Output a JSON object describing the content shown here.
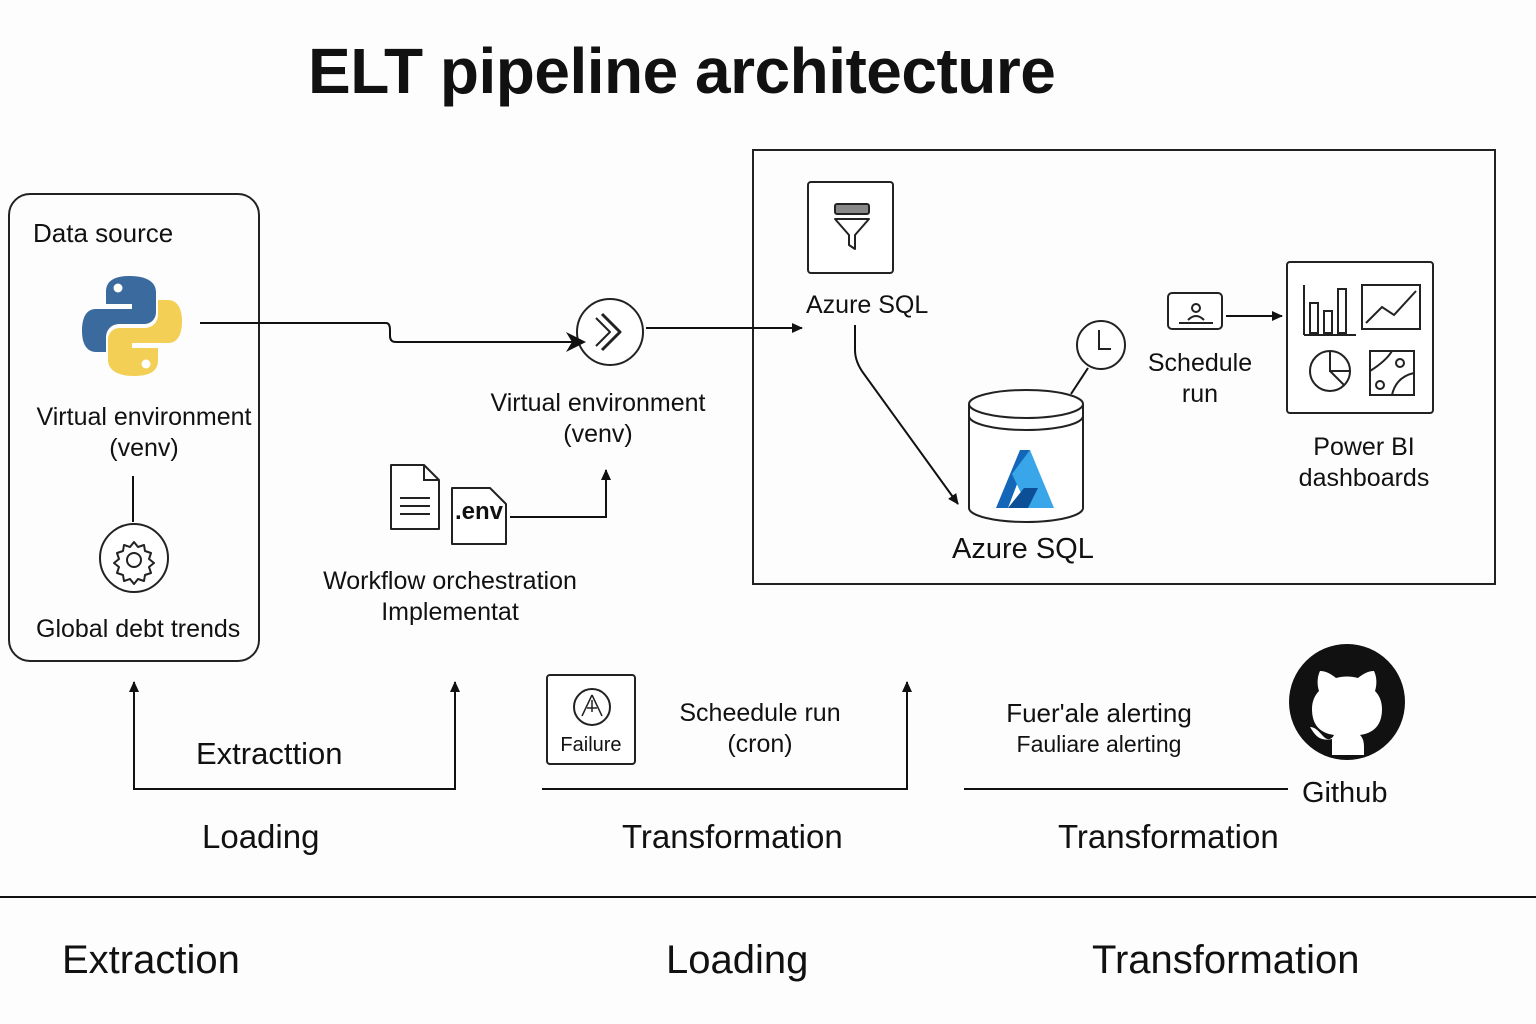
{
  "title": "ELT pipeline architecture",
  "source_panel": {
    "heading": "Data source",
    "venv_line1": "Virtual environment",
    "venv_line2": "(venv)",
    "trends": "Global debt trends"
  },
  "middle": {
    "venv_line1": "Virtual environment",
    "venv_line2": "(venv)",
    "env_file": ".env",
    "workflow_line1": "Workflow orchestration",
    "workflow_line2": "Implementat"
  },
  "cloud_panel": {
    "azure_small": "Azure SQL",
    "azure_db": "Azure SQL",
    "schedule_line1": "Schedule",
    "schedule_line2": "run",
    "powerbi_line1": "Power BI",
    "powerbi_line2": "dashboards"
  },
  "lower": {
    "extraction_small": "Extracttion",
    "loading_small": "Loading",
    "failure_badge": "Failure",
    "schedule_line1": "Scheedule run",
    "schedule_line2": "(cron)",
    "transformation_mid": "Transformation",
    "alert_line1": "Fuer'ale alerting",
    "alert_line2": "Fauliare alerting",
    "github": "Github",
    "transformation_right": "Transformation"
  },
  "footer": {
    "stage1": "Extraction",
    "stage2": "Loading",
    "stage3": "Transformation"
  },
  "colors": {
    "python_blue": "#3a6a9e",
    "python_yellow": "#f3cf55",
    "azure_dark": "#1466b8",
    "azure_light": "#38a6e8",
    "line": "#111111"
  }
}
